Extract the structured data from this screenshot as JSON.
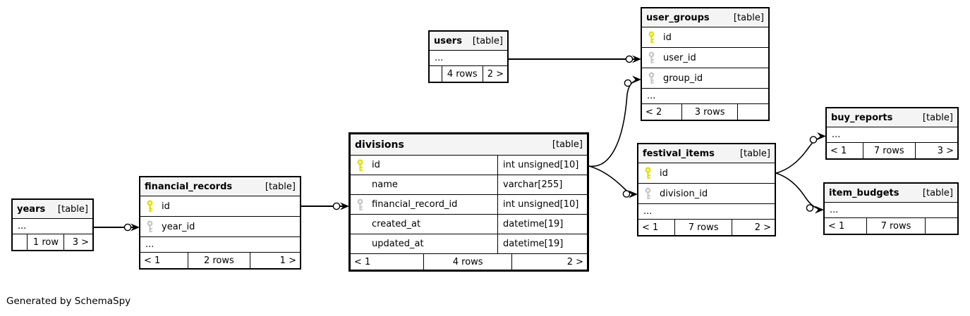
{
  "diagram": {
    "generator_note": "Generated by SchemaSpy",
    "colors": {
      "header_bg": "#f4f4f4",
      "row_bg": "#ffffff",
      "border": "#000000",
      "line": "#000000",
      "primary_key": "#e1e100",
      "foreign_key": "#c8c8c8"
    },
    "tables": [
      {
        "id": "users",
        "name": "users",
        "tag": "[table]",
        "emphasis": false,
        "columns": [
          {
            "label": "...",
            "ellipsis": true
          }
        ],
        "footer": {
          "left": "",
          "center": "4 rows",
          "right": "2 >"
        }
      },
      {
        "id": "user_groups",
        "name": "user_groups",
        "tag": "[table]",
        "emphasis": false,
        "columns": [
          {
            "label": "id",
            "key": "pk"
          },
          {
            "label": "user_id",
            "key": "fk"
          },
          {
            "label": "group_id",
            "key": "fk"
          },
          {
            "label": "...",
            "ellipsis": true
          }
        ],
        "footer": {
          "left": "< 2",
          "center": "3 rows",
          "right": ""
        }
      },
      {
        "id": "buy_reports",
        "name": "buy_reports",
        "tag": "[table]",
        "emphasis": false,
        "columns": [
          {
            "label": "...",
            "ellipsis": true
          }
        ],
        "footer": {
          "left": "< 1",
          "center": "7 rows",
          "right": "3 >"
        }
      },
      {
        "id": "festival_items",
        "name": "festival_items",
        "tag": "[table]",
        "emphasis": false,
        "columns": [
          {
            "label": "id",
            "key": "pk"
          },
          {
            "label": "division_id",
            "key": "fk"
          },
          {
            "label": "...",
            "ellipsis": true
          }
        ],
        "footer": {
          "left": "< 1",
          "center": "7 rows",
          "right": "2 >"
        }
      },
      {
        "id": "item_budgets",
        "name": "item_budgets",
        "tag": "[table]",
        "emphasis": false,
        "columns": [
          {
            "label": "...",
            "ellipsis": true
          }
        ],
        "footer": {
          "left": "< 1",
          "center": "7 rows",
          "right": ""
        }
      },
      {
        "id": "divisions",
        "name": "divisions",
        "tag": "[table]",
        "emphasis": true,
        "columns": [
          {
            "label": "id",
            "key": "pk",
            "type": "int unsigned[10]"
          },
          {
            "label": "name",
            "type": "varchar[255]"
          },
          {
            "label": "financial_record_id",
            "key": "fk",
            "type": "int unsigned[10]"
          },
          {
            "label": "created_at",
            "type": "datetime[19]"
          },
          {
            "label": "updated_at",
            "type": "datetime[19]"
          }
        ],
        "footer": {
          "left": "< 1",
          "center": "4 rows",
          "right": "2 >"
        }
      },
      {
        "id": "financial_records",
        "name": "financial_records",
        "tag": "[table]",
        "emphasis": false,
        "columns": [
          {
            "label": "id",
            "key": "pk"
          },
          {
            "label": "year_id",
            "key": "fk"
          },
          {
            "label": "...",
            "ellipsis": true
          }
        ],
        "footer": {
          "left": "< 1",
          "center": "2 rows",
          "right": "1 >"
        }
      },
      {
        "id": "years",
        "name": "years",
        "tag": "[table]",
        "emphasis": false,
        "columns": [
          {
            "label": "...",
            "ellipsis": true
          }
        ],
        "footer": {
          "left": "",
          "center": "1 row",
          "right": "3 >"
        }
      }
    ],
    "relationships": [
      {
        "from": "users",
        "to": "user_groups.user_id"
      },
      {
        "from": "divisions.id",
        "to": "user_groups.group_id"
      },
      {
        "from": "divisions.id",
        "to": "festival_items.division_id"
      },
      {
        "from": "festival_items.id",
        "to": "buy_reports"
      },
      {
        "from": "festival_items.id",
        "to": "item_budgets"
      },
      {
        "from": "years",
        "to": "financial_records.year_id"
      },
      {
        "from": "financial_records.id",
        "to": "divisions.financial_record_id"
      }
    ]
  }
}
